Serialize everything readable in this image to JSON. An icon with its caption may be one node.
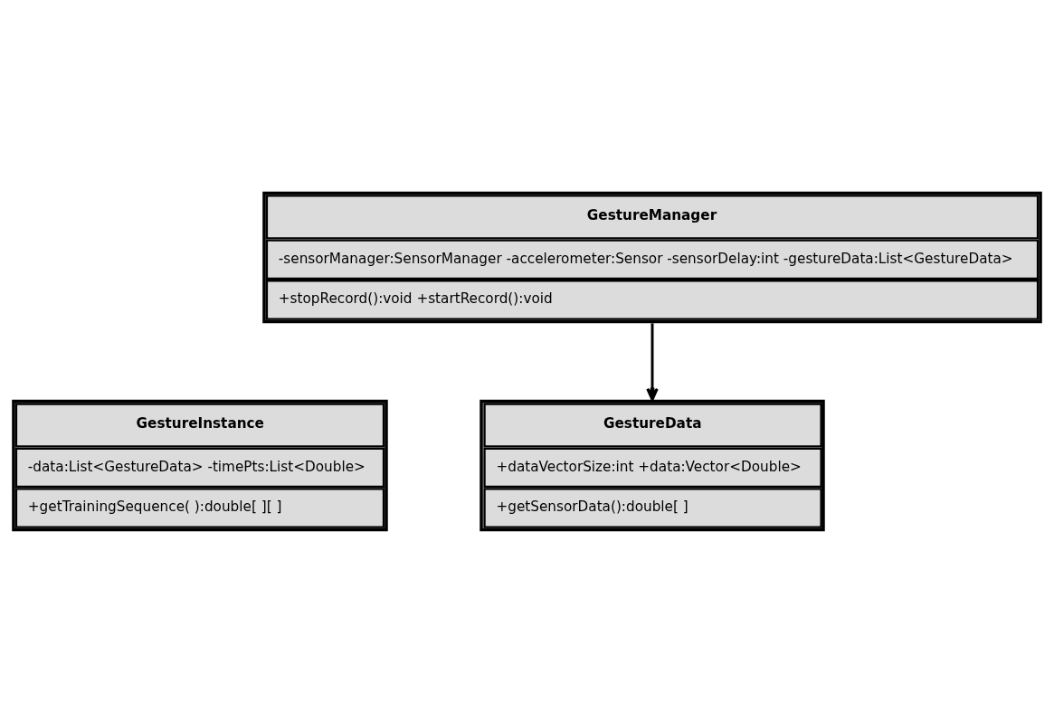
{
  "diagram": {
    "nodes": [
      {
        "text": [
          "GestureManager",
          "-sensorManager:SensorManager -accelerometer:Sensor -sensorDelay:int -gestureData:List<GestureData>",
          "+stopRecord():void +startRecord():void"
        ]
      },
      {
        "text": [
          "GestureInstance",
          "-data:List<GestureData> -timePts:List<Double>",
          "+getTrainingSequence( ):double[ ][ ]"
        ]
      },
      {
        "text": [
          "GestureData",
          "+dataVectorSize:int +data:Vector<Double>",
          "+getSensorData():double[ ]"
        ]
      }
    ],
    "edges": [
      {
        "from": 0,
        "to": 2,
        "arrow": "to"
      }
    ]
  }
}
